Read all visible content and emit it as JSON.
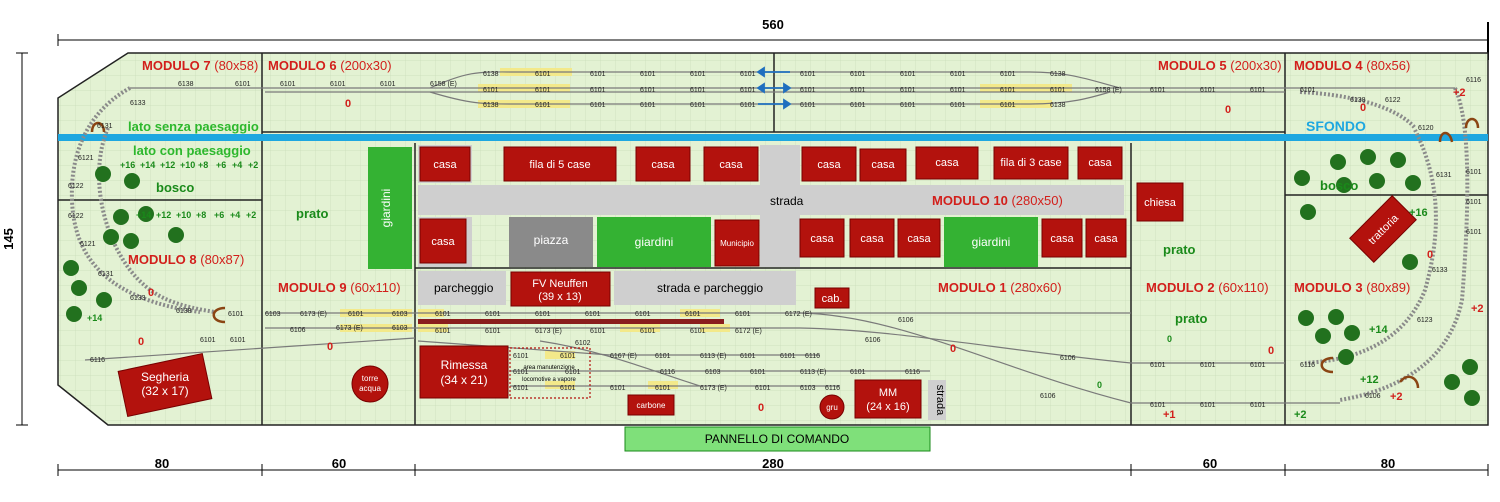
{
  "dimensions": {
    "total_width": "560",
    "height": "145",
    "bottom": [
      "80",
      "60",
      "280",
      "60",
      "80"
    ]
  },
  "modules": [
    {
      "id": "m7",
      "name": "MODULO 7",
      "size": "(80x58)"
    },
    {
      "id": "m6",
      "name": "MODULO 6",
      "size": "(200x30)"
    },
    {
      "id": "m5",
      "name": "MODULO 5",
      "size": "(200x30)"
    },
    {
      "id": "m4",
      "name": "MODULO 4",
      "size": "(80x56)"
    },
    {
      "id": "m8",
      "name": "MODULO 8",
      "size": "(80x87)"
    },
    {
      "id": "m9",
      "name": "MODULO 9",
      "size": "(60x110)"
    },
    {
      "id": "m10",
      "name": "MODULO 10",
      "size": "(280x50)"
    },
    {
      "id": "m1",
      "name": "MODULO 1",
      "size": "(280x60)"
    },
    {
      "id": "m2",
      "name": "MODULO 2",
      "size": "(60x110)"
    },
    {
      "id": "m3",
      "name": "MODULO 3",
      "size": "(80x89)"
    }
  ],
  "labels": {
    "no_scenery": "lato senza paesaggio",
    "with_scenery": "lato con paesaggio",
    "backdrop": "SFONDO",
    "control_panel": "PANNELLO DI COMANDO",
    "bosco": "bosco",
    "prato": "prato",
    "strada": "strada",
    "parcheggio": "parcheggio",
    "strada_parcheggio": "strada e parcheggio",
    "giardini": "giardini",
    "piazza": "piazza",
    "municipio": "Municipio",
    "chiesa": "chiesa",
    "trattoria": "trattoria",
    "cab": "cab.",
    "carbone": "carbone",
    "gru": "gru",
    "area_1": "area manutenzione",
    "area_2": "locomotive a vapore"
  },
  "buildings": {
    "casa": "casa",
    "fila5": "fila di 5 case",
    "fila3": "fila di 3 case",
    "fv_name": "FV Neuffen",
    "fv_size": "(39 x 13)",
    "rimessa_name": "Rimessa",
    "rimessa_size": "(34 x 21)",
    "segheria_name": "Segheria",
    "segheria_size": "(32 x 17)",
    "torre_1": "torre",
    "torre_2": "acqua",
    "mm_name": "MM",
    "mm_size": "(24 x 16)"
  },
  "elevations": {
    "zero": "0",
    "p1": "+1",
    "p2": "+2",
    "p12": "+12",
    "p14": "+14",
    "p16": "+16",
    "ladder_left_1": [
      "+16",
      "+14",
      "+12",
      "+10",
      "+8",
      "+6",
      "+4",
      "+2"
    ],
    "ladder_left_2": [
      "+14",
      "+12",
      "+10",
      "+8",
      "+6",
      "+4",
      "+2"
    ]
  },
  "track_codes": {
    "t6101": "6101",
    "t6102": "6102",
    "t6103": "6103",
    "t6106": "6106",
    "t6116": "6116",
    "t6120": "6120",
    "t6121": "6121",
    "t6122": "6122",
    "t6123": "6123",
    "t6131": "6131",
    "t6133": "6133",
    "t6138": "6138",
    "t6158e": "6158 (E)",
    "t6167e": "6167 (E)",
    "t6172e": "6172 (E)",
    "t6173e": "6173 (E)",
    "t6113e": "6113 (E)"
  },
  "colors": {
    "grass": "#e3f2d3",
    "grid": "#c9ddb9",
    "building": "#b3120d",
    "garden": "#34b233",
    "road": "#cfcfcf",
    "backdrop": "#1ea7e0",
    "label_red": "#d21f1b",
    "label_green": "#1a8a1a",
    "tree": "#22711e",
    "control_panel": "#7fe07a"
  }
}
